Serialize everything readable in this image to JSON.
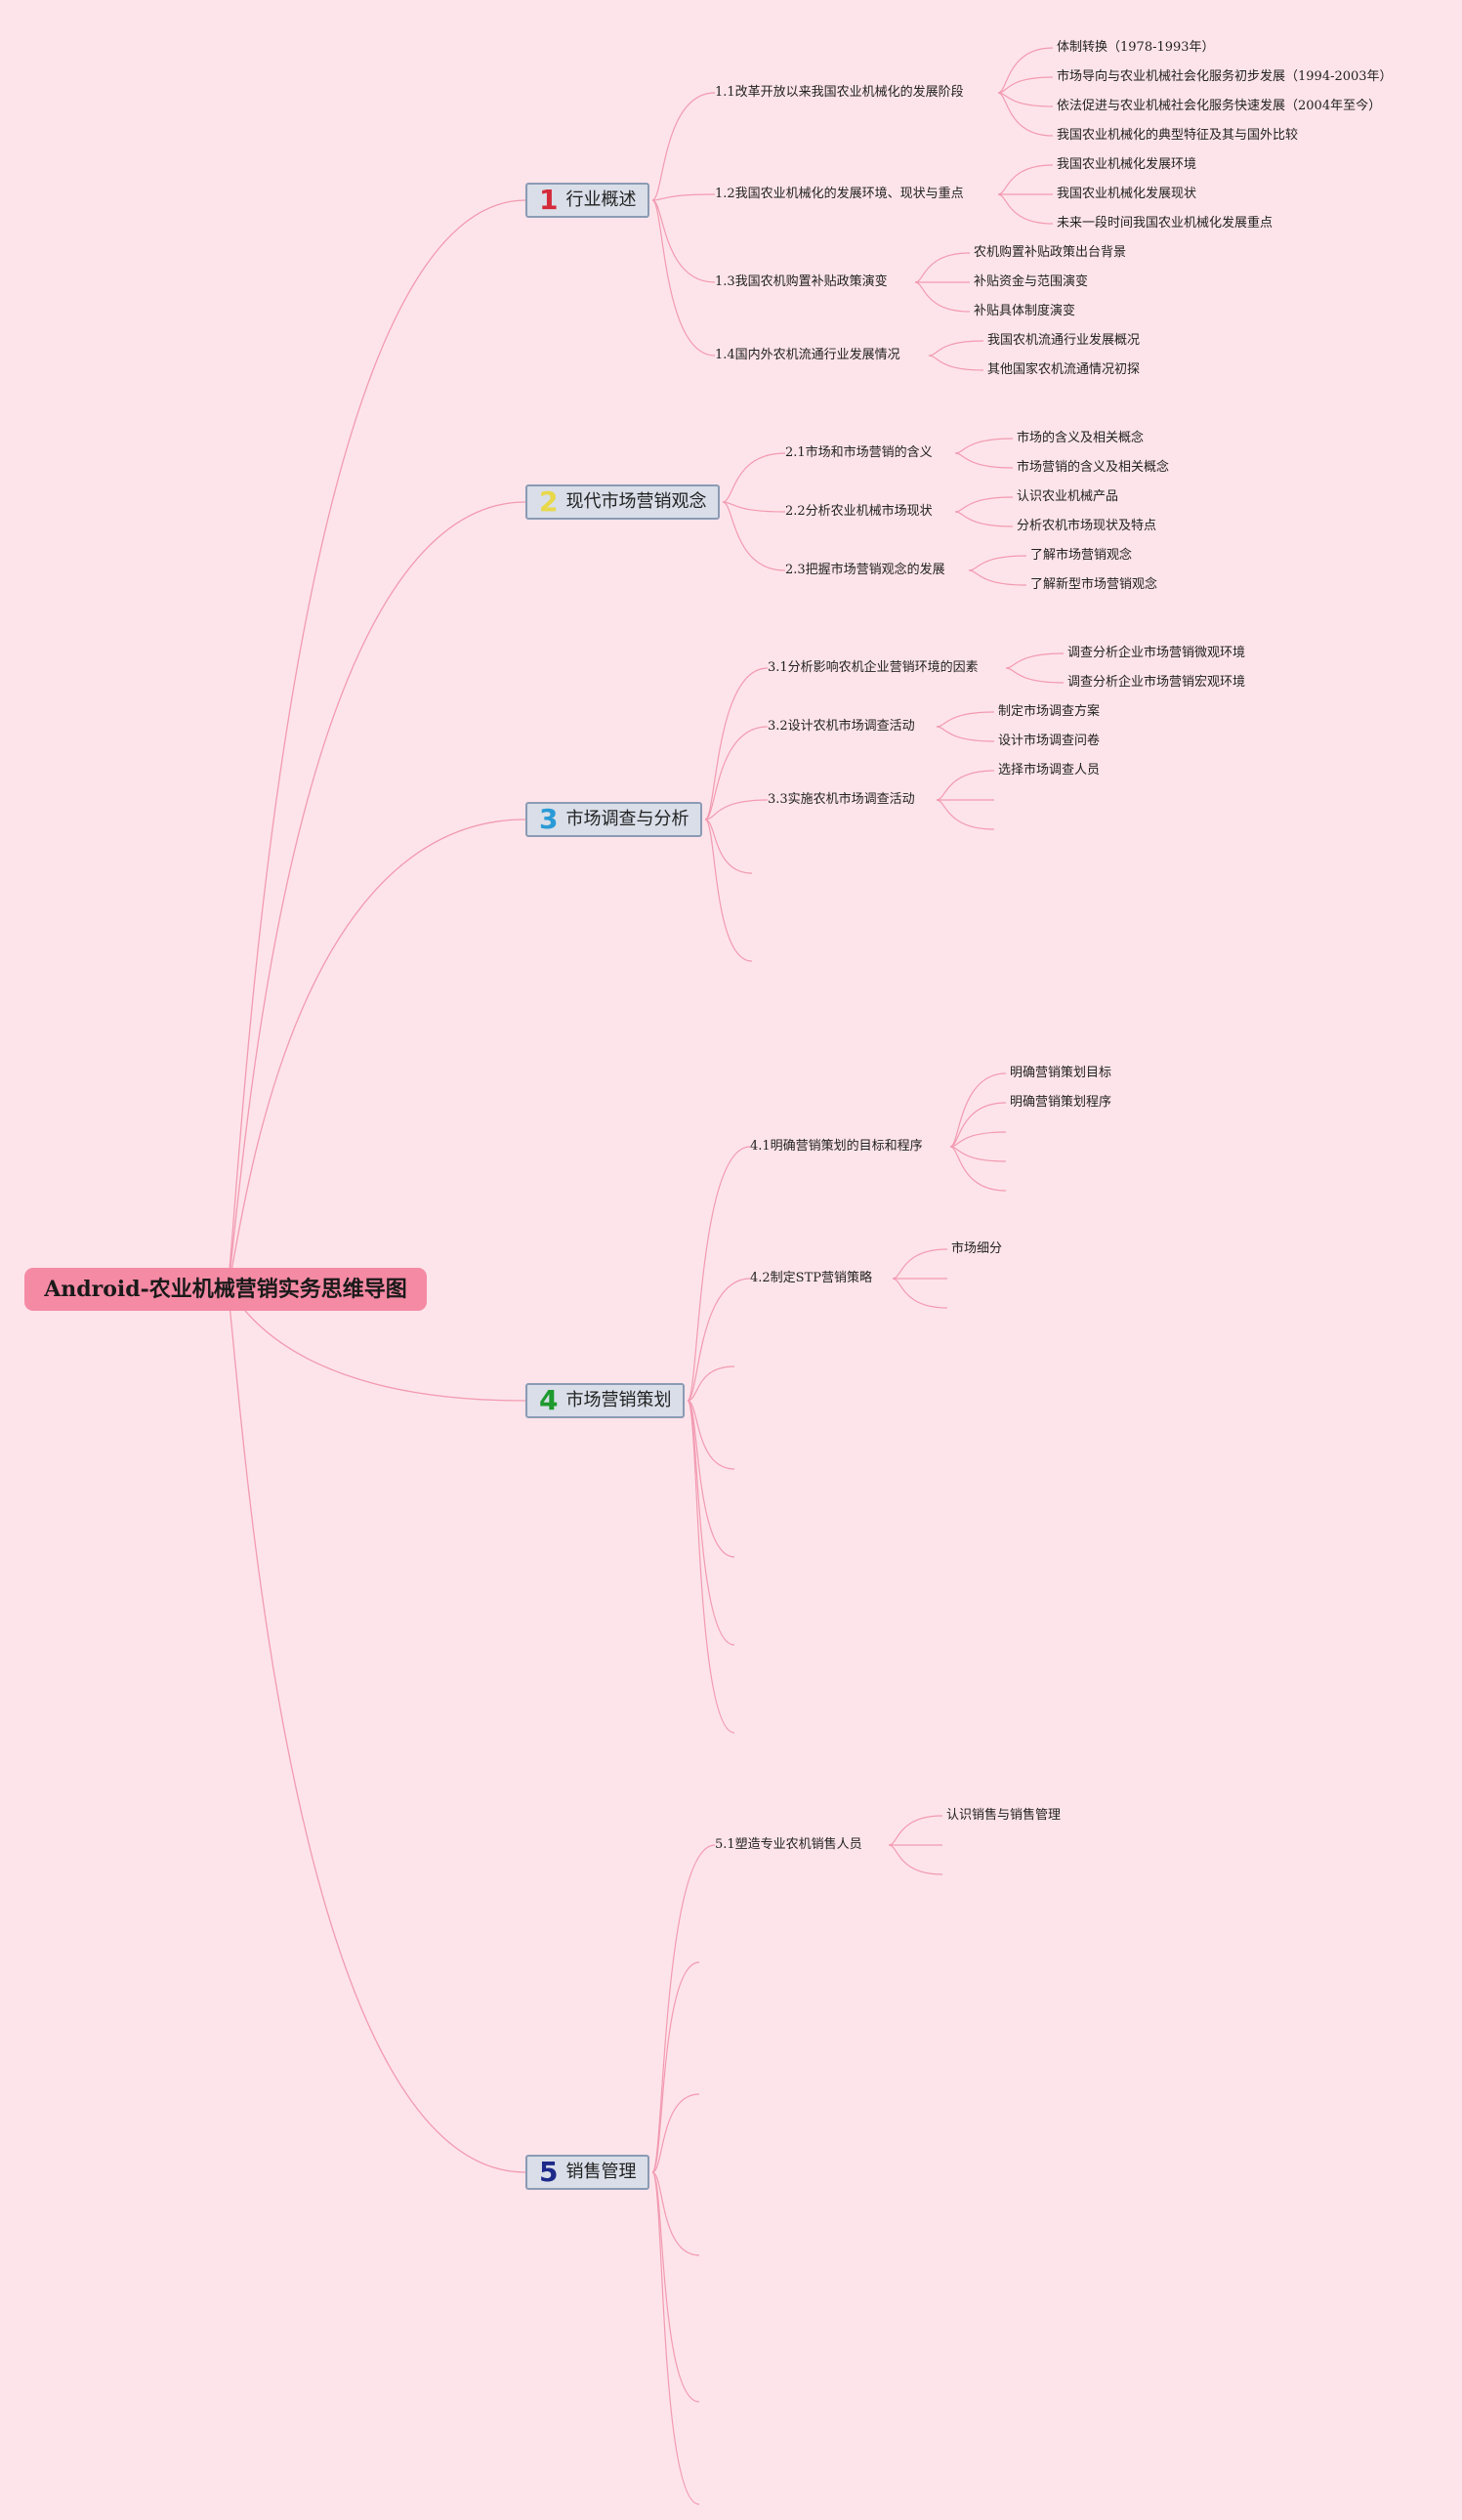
{
  "root": "Android-农业机械营销实务思维导图",
  "colors": {
    "background": "#fde4ea",
    "root_fill": "#f58aa4",
    "branch_line": "#f29ab2",
    "topic_fill": "#d9dee8",
    "topic_border": "#8b9bb4"
  },
  "branches": [
    {
      "num": "1",
      "num_color": "#d42a3a",
      "label": "行业概述",
      "subs": [
        {
          "label": "1.1改革开放以来我国农业机械化的发展阶段",
          "leaves": [
            "体制转换（1978-1993年）",
            "市场导向与农业机械社会化服务初步发展（1994-2003年）",
            "依法促进与农业机械社会化服务快速发展（2004年至今）",
            "我国农业机械化的典型特征及其与国外比较"
          ]
        },
        {
          "label": "1.2我国农业机械化的发展环境、现状与重点",
          "leaves": [
            "我国农业机械化发展环境",
            "我国农业机械化发展现状",
            "未来一段时间我国农业机械化发展重点"
          ]
        },
        {
          "label": "1.3我国农机购置补贴政策演变",
          "leaves": [
            "农机购置补贴政策出台背景",
            "补贴资金与范围演变",
            "补贴具体制度演变"
          ]
        },
        {
          "label": "1.4国内外农机流通行业发展情况",
          "leaves": [
            "我国农机流通行业发展概况",
            "其他国家农机流通情况初探"
          ]
        }
      ]
    },
    {
      "num": "2",
      "num_color": "#e8d84a",
      "label": "现代市场营销观念",
      "subs": [
        {
          "label": "2.1市场和市场营销的含义",
          "leaves": [
            "市场的含义及相关概念",
            "市场营销的含义及相关概念"
          ]
        },
        {
          "label": "2.2分析农业机械市场现状",
          "leaves": [
            "认识农业机械产品",
            "分析农机市场现状及特点"
          ]
        },
        {
          "label": "2.3把握市场营销观念的发展",
          "leaves": [
            "了解市场营销观念",
            "了解新型市场营销观念"
          ]
        }
      ]
    },
    {
      "num": "3",
      "num_color": "#2a9ad6",
      "label": "市场调查与分析",
      "subs": [
        {
          "label": "3.1分析影响农机企业营销环境的因素",
          "leaves": [
            "调查分析企业市场营销微观环境",
            "调查分析企业市场营销宏观环境"
          ]
        },
        {
          "label": "3.2设计农机市场调查活动",
          "leaves": [
            "制定市场调查方案",
            "设计市场调查问卷"
          ]
        },
        {
          "label": "3.3实施农机市场调查活动",
          "leaves": [
            "选择市场调查人员",
            "",
            ""
          ]
        },
        {
          "label": "",
          "leaves": []
        },
        {
          "label": "",
          "leaves": []
        }
      ]
    },
    {
      "num": "4",
      "num_color": "#1e9a2e",
      "label": "市场营销策划",
      "subs": [
        {
          "label": "4.1明确营销策划的目标和程序",
          "leaves": [
            "明确营销策划目标",
            "明确营销策划程序",
            "",
            "",
            ""
          ]
        },
        {
          "label": "4.2制定STP营销策略",
          "leaves": [
            "市场细分",
            "",
            ""
          ]
        },
        {
          "label": "",
          "leaves": []
        },
        {
          "label": "",
          "leaves": []
        },
        {
          "label": "",
          "leaves": []
        },
        {
          "label": "",
          "leaves": []
        },
        {
          "label": "",
          "leaves": []
        }
      ]
    },
    {
      "num": "5",
      "num_color": "#1d2a8a",
      "label": "销售管理",
      "subs": [
        {
          "label": "5.1塑造专业农机销售人员",
          "leaves": [
            "认识销售与销售管理",
            "",
            ""
          ]
        },
        {
          "label": "",
          "leaves": []
        },
        {
          "label": "",
          "leaves": []
        },
        {
          "label": "",
          "leaves": []
        },
        {
          "label": "",
          "leaves": []
        },
        {
          "label": "",
          "leaves": []
        }
      ]
    }
  ]
}
